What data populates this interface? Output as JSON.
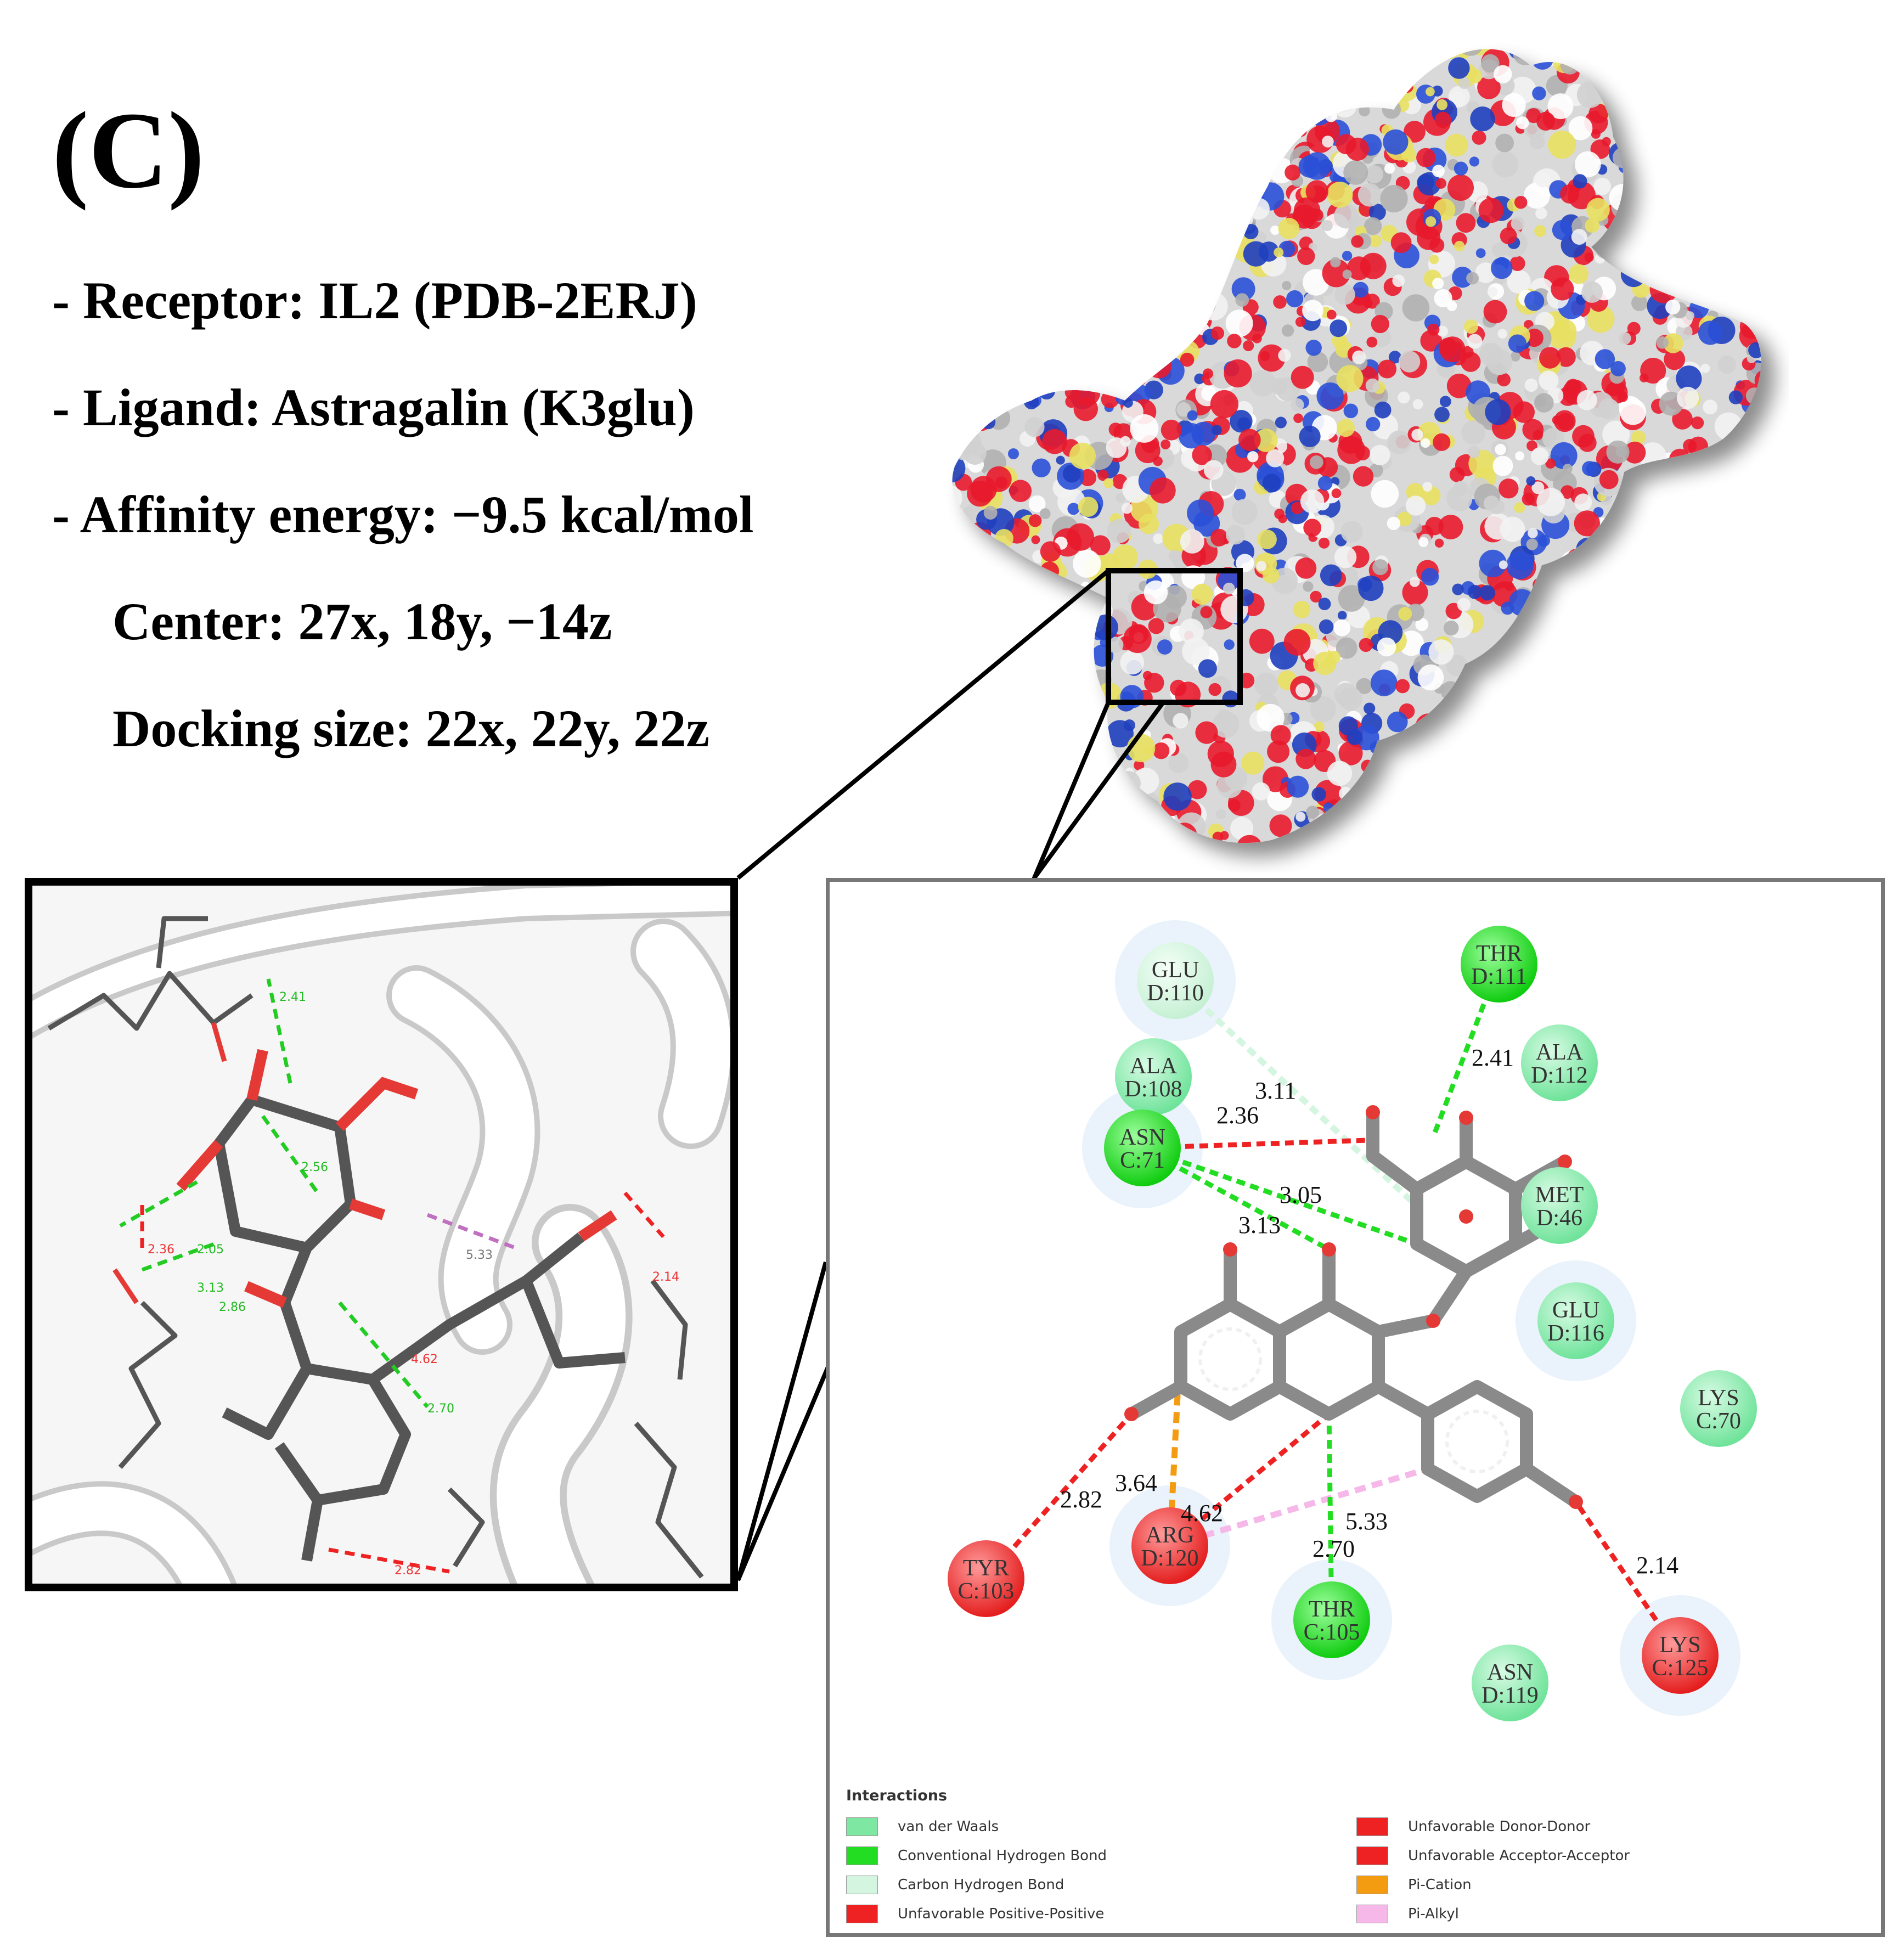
{
  "panel_label": "(C)",
  "info": {
    "receptor": "- Receptor: IL2 (PDB-2ERJ)",
    "ligand": "- Ligand: Astragalin (K3glu)",
    "affinity": "- Affinity energy: −9.5 kcal/mol",
    "center": "Center:  27x, 18y, −14z",
    "docking_size": "Docking size: 22x, 22y, 22z"
  },
  "view3d_labels": [
    "2.41",
    "2.56",
    "2.05",
    "2.36",
    "3.13",
    "2.86",
    "5.33",
    "4.62",
    "2.14",
    "2.70",
    "2.82"
  ],
  "colors": {
    "van_der_waals": "#7ee8a2",
    "conventional_hbond": "#22dd22",
    "carbon_hbond": "#d4f5df",
    "unfavorable": "#ee2222",
    "pi_cation": "#f39c12",
    "pi_alkyl": "#f5b8e8",
    "stick": "#8a8a8a"
  },
  "residues": [
    {
      "name": "THR",
      "id": "D:111",
      "type": "conventional_hbond"
    },
    {
      "name": "GLU",
      "id": "D:110",
      "type": "carbon_hbond"
    },
    {
      "name": "ALA",
      "id": "D:108",
      "type": "van_der_waals"
    },
    {
      "name": "ASN",
      "id": "C:71",
      "type": "conventional_hbond"
    },
    {
      "name": "ALA",
      "id": "D:112",
      "type": "van_der_waals"
    },
    {
      "name": "MET",
      "id": "D:46",
      "type": "van_der_waals"
    },
    {
      "name": "GLU",
      "id": "D:116",
      "type": "van_der_waals"
    },
    {
      "name": "LYS",
      "id": "C:70",
      "type": "van_der_waals"
    },
    {
      "name": "TYR",
      "id": "C:103",
      "type": "unfavorable"
    },
    {
      "name": "ARG",
      "id": "D:120",
      "type": "unfavorable"
    },
    {
      "name": "THR",
      "id": "C:105",
      "type": "conventional_hbond"
    },
    {
      "name": "ASN",
      "id": "D:119",
      "type": "van_der_waals"
    },
    {
      "name": "LYS",
      "id": "C:125",
      "type": "unfavorable"
    }
  ],
  "distances": [
    "2.41",
    "3.11",
    "2.36",
    "3.05",
    "3.13",
    "3.64",
    "4.62",
    "5.33",
    "2.70",
    "2.82",
    "2.14"
  ],
  "legend": {
    "title": "Interactions",
    "items": [
      {
        "label": "van der Waals",
        "color": "#7ee8a2"
      },
      {
        "label": "Conventional Hydrogen Bond",
        "color": "#22dd22"
      },
      {
        "label": "Carbon Hydrogen Bond",
        "color": "#d4f5df"
      },
      {
        "label": "Unfavorable Positive-Positive",
        "color": "#ee2222"
      },
      {
        "label": "Unfavorable Donor-Donor",
        "color": "#ee2222"
      },
      {
        "label": "Unfavorable Acceptor-Acceptor",
        "color": "#ee2222"
      },
      {
        "label": "Pi-Cation",
        "color": "#f39c12"
      },
      {
        "label": "Pi-Alkyl",
        "color": "#f5b8e8"
      }
    ]
  }
}
